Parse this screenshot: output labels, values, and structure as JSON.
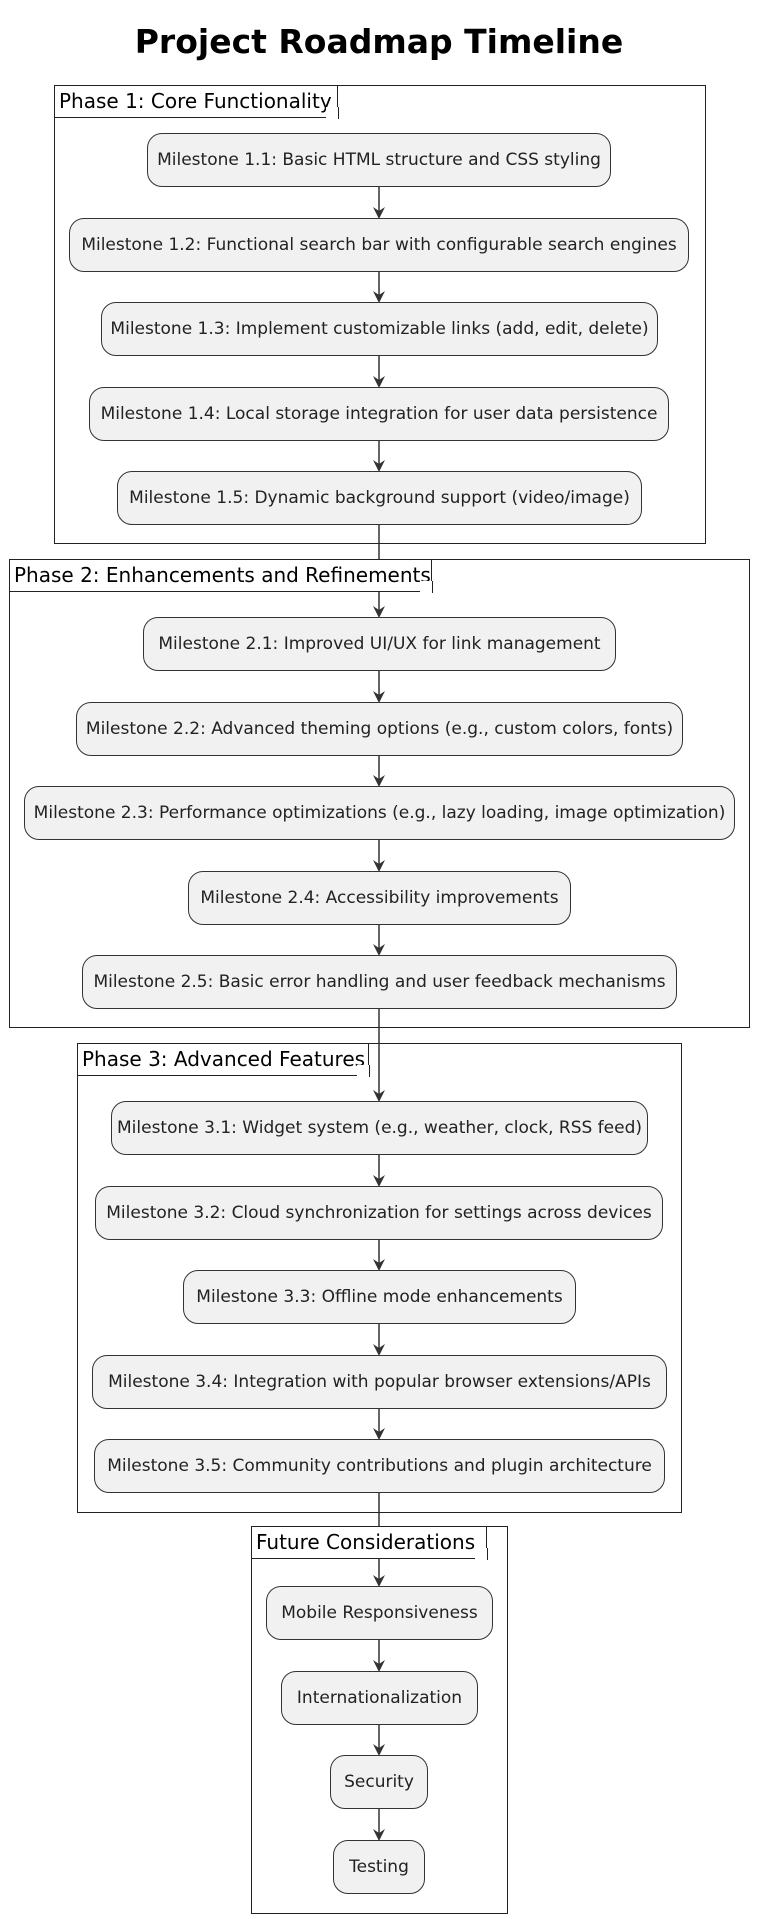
{
  "title": "Project Roadmap Timeline",
  "phases": [
    {
      "label": "Phase 1: Core Functionality",
      "milestones": [
        "Milestone 1.1: Basic HTML structure and CSS styling",
        "Milestone 1.2: Functional search bar with configurable search engines",
        "Milestone 1.3: Implement customizable links (add, edit, delete)",
        "Milestone 1.4: Local storage integration for user data persistence",
        "Milestone 1.5: Dynamic background support (video/image)"
      ]
    },
    {
      "label": "Phase 2: Enhancements and Refinements",
      "milestones": [
        "Milestone 2.1: Improved UI/UX for link management",
        "Milestone 2.2: Advanced theming options (e.g., custom colors, fonts)",
        "Milestone 2.3: Performance optimizations (e.g., lazy loading, image optimization)",
        "Milestone 2.4: Accessibility improvements",
        "Milestone 2.5: Basic error handling and user feedback mechanisms"
      ]
    },
    {
      "label": "Phase 3: Advanced Features",
      "milestones": [
        "Milestone 3.1: Widget system (e.g., weather, clock, RSS feed)",
        "Milestone 3.2: Cloud synchronization for settings across devices",
        "Milestone 3.3: Offline mode enhancements",
        "Milestone 3.4: Integration with popular browser extensions/APIs",
        "Milestone 3.5: Community contributions and plugin architecture"
      ]
    },
    {
      "label": "Future Considerations",
      "milestones": [
        "Mobile Responsiveness",
        "Internationalization",
        "Security",
        "Testing"
      ]
    }
  ]
}
